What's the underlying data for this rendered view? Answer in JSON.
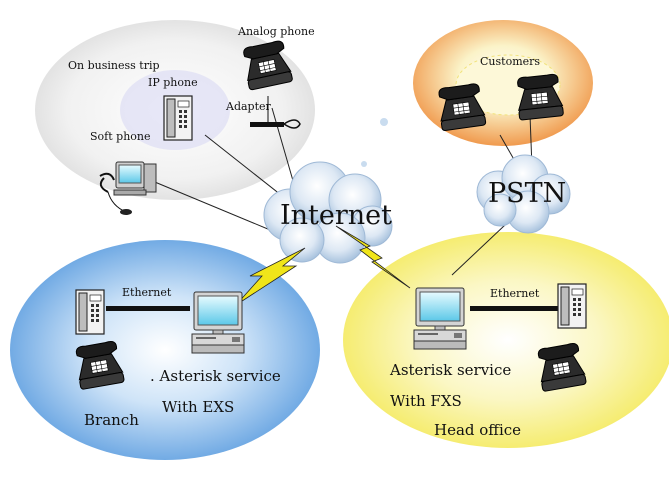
{
  "labels": {
    "business_trip": "On business trip",
    "ip_phone": "IP phone",
    "soft_phone": "Soft phone",
    "analog_phone": "Analog phone",
    "adapter": "Adapter",
    "customers": "Customers",
    "pstn": "PSTN",
    "internet": "Internet",
    "ethernet_branch": "Ethernet",
    "ethernet_head": "Ethernet",
    "asterisk_branch": ". Asterisk service",
    "exs_branch": "With EXS",
    "branch": "Branch",
    "asterisk_head": "Asterisk service",
    "fxs_head": "With FXS",
    "head_office": "Head office"
  },
  "colors": {
    "branch_zone": "#6aa9e6",
    "head_zone": "#f7ef7a",
    "customers_zone": "#f3a25a",
    "trip_zone": "#e7e7e7",
    "cloud": "#c9dcef",
    "lightning": "#f0e51a"
  }
}
